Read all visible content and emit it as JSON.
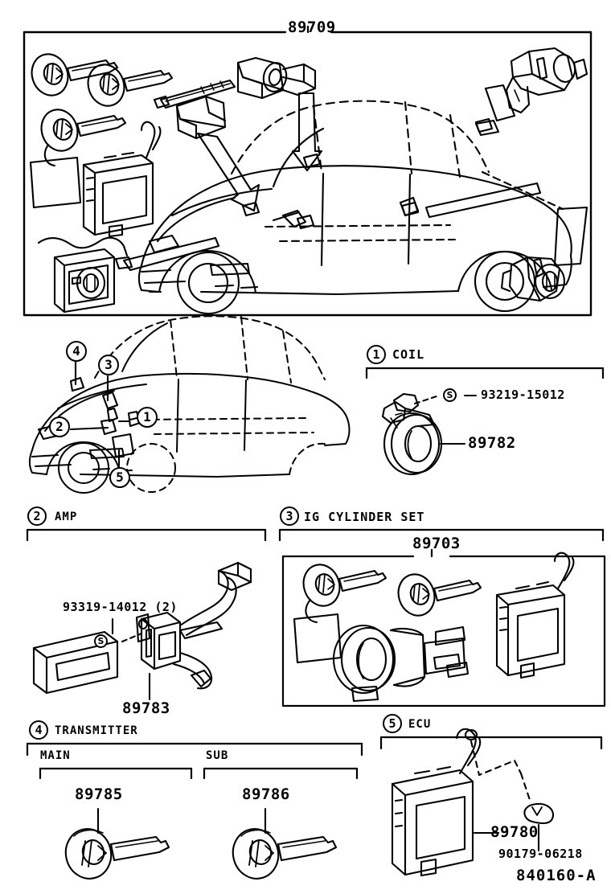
{
  "figure": {
    "main_title": "89709",
    "figure_code": "840160-A"
  },
  "sections": [
    {
      "num": "1",
      "title": "COIL",
      "parts": [
        {
          "no": "93219-15012",
          "marker": "S"
        },
        {
          "no": "89782",
          "marker": ""
        }
      ]
    },
    {
      "num": "2",
      "title": "AMP",
      "parts": [
        {
          "no": "93319-14012 (2)",
          "marker": "S"
        },
        {
          "no": "89783",
          "marker": ""
        }
      ]
    },
    {
      "num": "3",
      "title": "IG CYLINDER SET",
      "parts": [
        {
          "no": "89703",
          "marker": ""
        }
      ]
    },
    {
      "num": "4",
      "title": "TRANSMITTER",
      "subgroups": [
        {
          "label": "MAIN",
          "no": "89785"
        },
        {
          "label": "SUB",
          "no": "89786"
        }
      ]
    },
    {
      "num": "5",
      "title": "ECU",
      "parts": [
        {
          "no": "89780",
          "marker": ""
        },
        {
          "no": "90179-06218",
          "marker": ""
        }
      ]
    }
  ],
  "vehicle_callouts": [
    {
      "num": "1"
    },
    {
      "num": "2"
    },
    {
      "num": "3"
    },
    {
      "num": "4"
    },
    {
      "num": "5"
    }
  ],
  "markers": {
    "screw": "S"
  },
  "colors": {
    "line": "#000000",
    "background": "#ffffff"
  }
}
